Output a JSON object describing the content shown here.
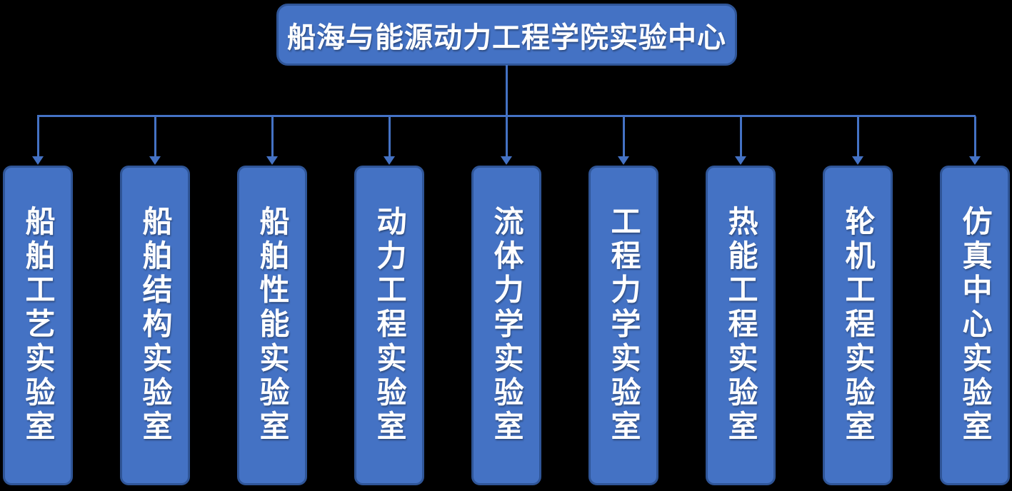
{
  "title": {
    "label": "船海与能源动力工程学院实验中心"
  },
  "children": [
    {
      "label": "船舶工艺实验室"
    },
    {
      "label": "船舶结构实验室"
    },
    {
      "label": "船舶性能实验室"
    },
    {
      "label": "动力工程实验室"
    },
    {
      "label": "流体力学实验室"
    },
    {
      "label": "工程力学实验室"
    },
    {
      "label": "热能工程实验室"
    },
    {
      "label": "轮机工程实验室"
    },
    {
      "label": "仿真中心实验室"
    }
  ],
  "colors": {
    "box_fill": "#4472C4",
    "box_border": "#2F5597",
    "connector": "#4472C4",
    "text": "#FFFFFF",
    "background": "#000000"
  }
}
